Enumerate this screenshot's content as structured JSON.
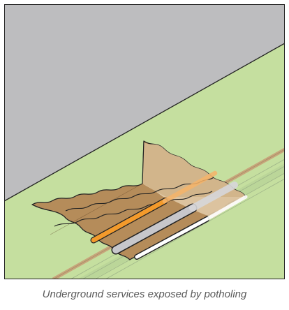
{
  "caption": "Underground services exposed by potholing",
  "colors": {
    "wall": "#bdbdbf",
    "ground": "#c5df9f",
    "soil_dark": "#b58c5a",
    "soil_light": "#e0c9a6",
    "soil_back": "#d4b78e",
    "utility_orange": "#f39a2b",
    "utility_grey": "#c7c7cb",
    "utility_white": "#ffffff",
    "buried_strip": "#c7a57a",
    "outline": "#222222"
  },
  "icons": [
    "excavated-pit",
    "building-wall",
    "utility-pipe"
  ]
}
